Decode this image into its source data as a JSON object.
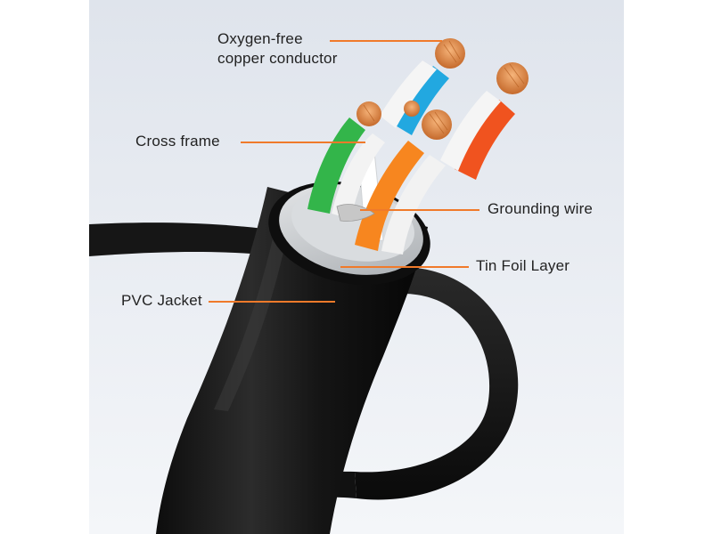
{
  "callouts": {
    "conductor": {
      "line1": "Oxygen-free",
      "line2": "copper conductor"
    },
    "cross_frame": "Cross frame",
    "grounding_wire": "Grounding wire",
    "tin_foil": "Tin Foil Layer",
    "pvc_jacket": "PVC Jacket"
  },
  "colors": {
    "leader_line": "#f07a2a",
    "background_panel": "#e9edf3",
    "jacket": "#1b1b1b",
    "foil": "#c9cccf",
    "copper": "#e08a46",
    "wire_blue": "#22a8e0",
    "wire_orange_red": "#f0531f",
    "wire_green": "#33b54a",
    "wire_orange": "#f7861f"
  }
}
